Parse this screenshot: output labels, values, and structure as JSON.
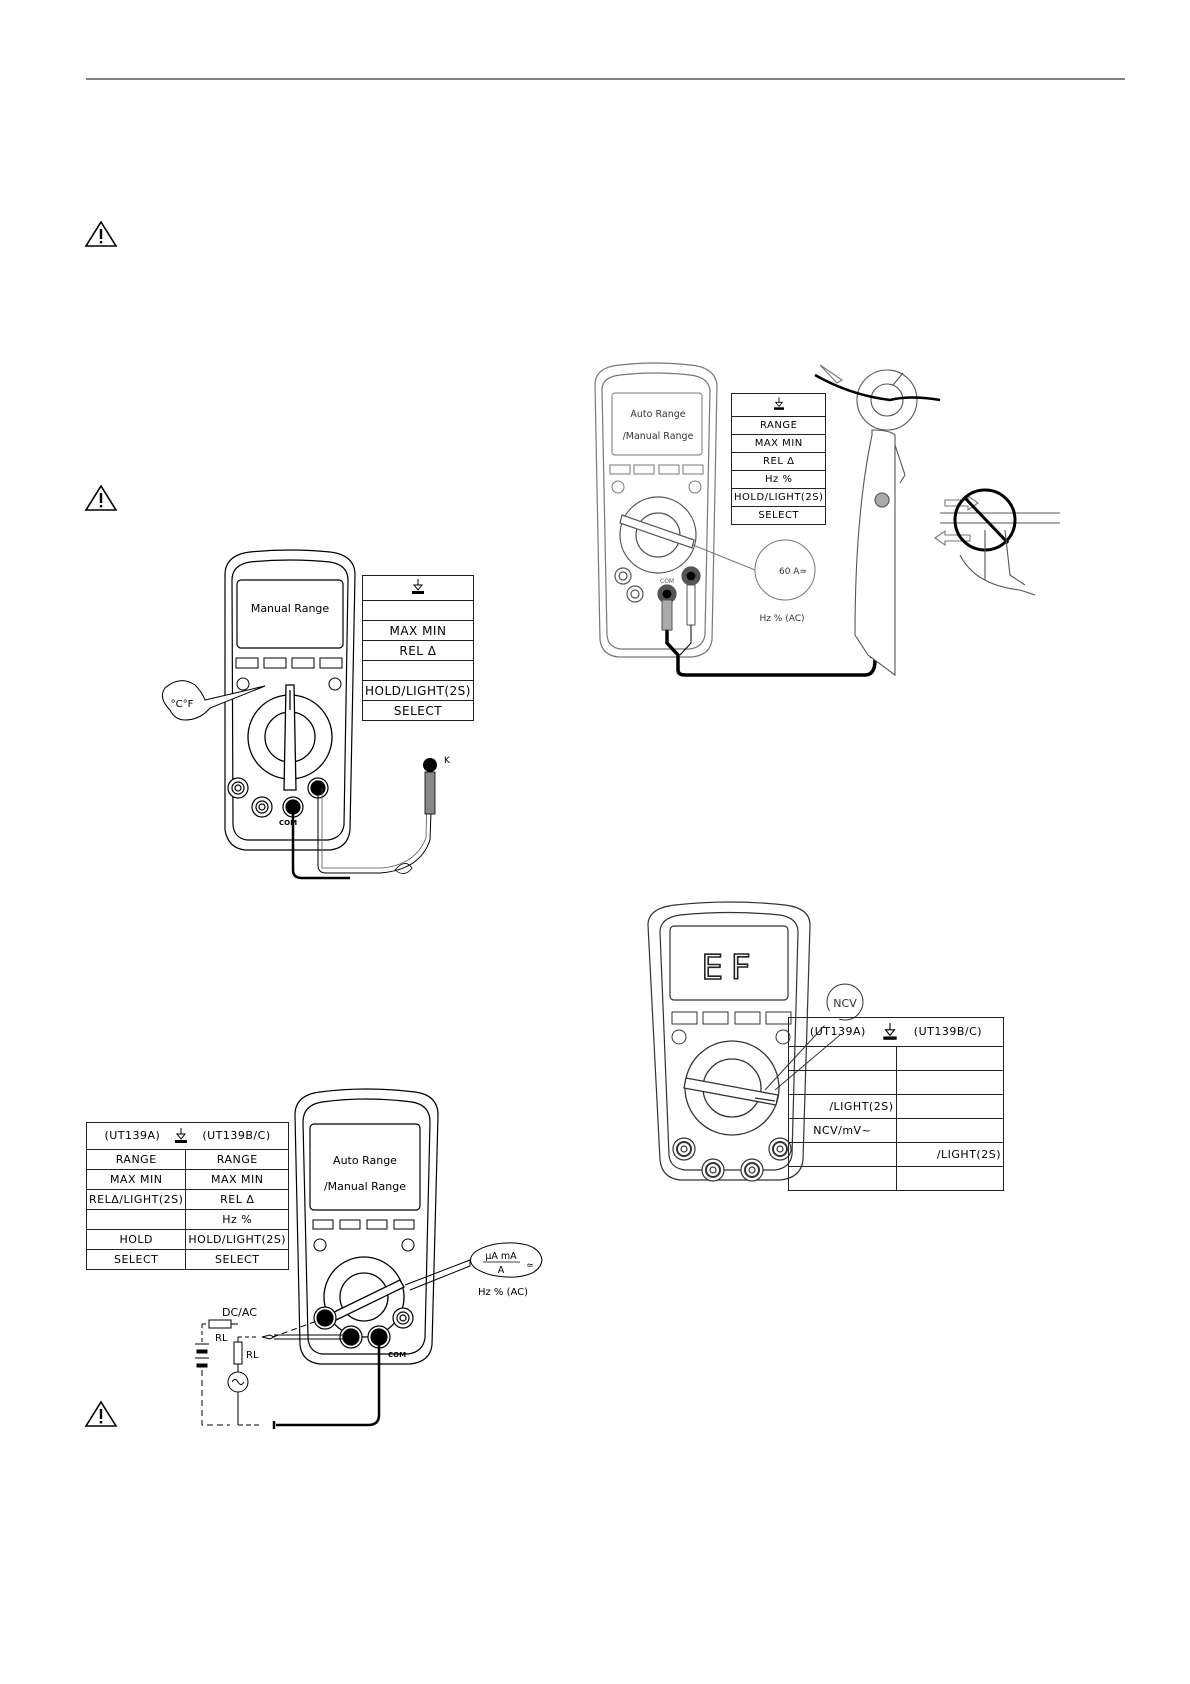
{
  "page": {
    "warnings": [
      {
        "icon": "warning-triangle-icon"
      },
      {
        "icon": "warning-triangle-icon"
      },
      {
        "icon": "warning-triangle-icon"
      }
    ]
  },
  "fig_temperature": {
    "lcd_text": "Manual Range",
    "dial_callout": "°C°F",
    "terminal_label": "COM",
    "probe_label": "K",
    "button_table": [
      "ground-symbol",
      "",
      "MAX MIN",
      "REL Δ",
      "",
      "HOLD/LIGHT(2S)",
      "SELECT"
    ]
  },
  "fig_clamp": {
    "lcd_line1": "Auto Range",
    "lcd_line2": "/Manual Range",
    "dial_callout": "60 A≃",
    "callout_note": "Hz % (AC)",
    "terminal_label": "COM",
    "button_table": [
      "ground-symbol",
      "RANGE",
      "MAX MIN",
      "REL Δ",
      "Hz %",
      "HOLD/LIGHT(2S)",
      "SELECT"
    ]
  },
  "fig_current": {
    "lcd_line1": "Auto Range",
    "lcd_line2": "/Manual Range",
    "dial_callout_top": "μA mA",
    "dial_callout_bottom": "A",
    "dial_callout_suffix": "≃",
    "callout_note": "Hz % (AC)",
    "circuit_label": "DC/AC",
    "resistor_label_1": "RL",
    "resistor_label_2": "RL",
    "terminal_label": "COM",
    "table": {
      "header_left": "(UT139A)",
      "header_right": "(UT139B/C)",
      "rows": [
        [
          "RANGE",
          "RANGE"
        ],
        [
          "MAX MIN",
          "MAX MIN"
        ],
        [
          "RELΔ/LIGHT(2S)",
          "REL Δ"
        ],
        [
          "",
          "Hz %"
        ],
        [
          "HOLD",
          "HOLD/LIGHT(2S)"
        ],
        [
          "SELECT",
          "SELECT"
        ]
      ]
    }
  },
  "fig_ncv": {
    "lcd_text": "EF",
    "dial_callout": "NCV",
    "table": {
      "header_left": "(UT139A)",
      "header_right": "(UT139B/C)",
      "rows": [
        [
          "",
          ""
        ],
        [
          "",
          ""
        ],
        [
          "/LIGHT(2S)",
          ""
        ],
        [
          "NCV/mV~",
          ""
        ],
        [
          "",
          "/LIGHT(2S)"
        ],
        [
          "",
          ""
        ]
      ]
    }
  }
}
